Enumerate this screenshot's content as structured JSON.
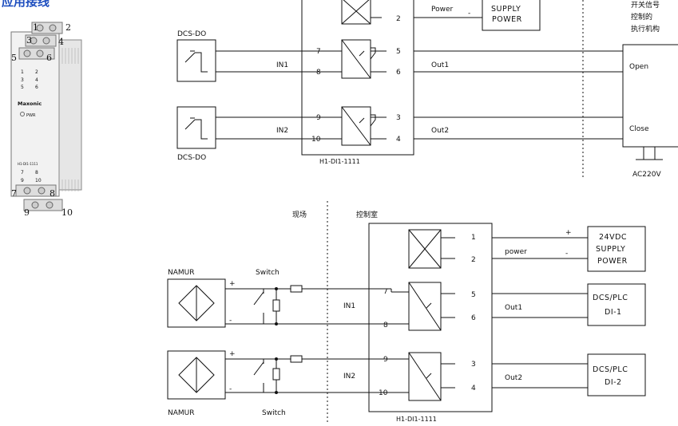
{
  "section_title": "应用接线",
  "module_photo": {
    "brand": "Maxonic",
    "pwr": "PWR",
    "model_tag": "H1-DI1-1111",
    "labels": [
      "1",
      "2",
      "3",
      "4",
      "5",
      "6",
      "7",
      "8",
      "9",
      "10"
    ],
    "face_numbers": [
      "1",
      "2",
      "3",
      "4",
      "5",
      "6",
      "7",
      "8",
      "9",
      "10"
    ]
  },
  "top": {
    "power_label": "Power",
    "power_minus": "-",
    "supply_line1": "SUPPLY",
    "supply_line2": "POWER",
    "actuator_line1": "开关信号",
    "actuator_line2": "控制的",
    "actuator_line3": "执行机构",
    "dcs_do_1": "DCS-DO",
    "dcs_do_2": "DCS-DO",
    "in1": "IN1",
    "in2": "IN2",
    "out1": "Out1",
    "out2": "Out2",
    "open": "Open",
    "close": "Close",
    "ac": "AC220V",
    "model": "H1-DI1-1111",
    "terminals": {
      "t2": "2",
      "t7": "7",
      "t8": "8",
      "t5": "5",
      "t6": "6",
      "t9": "9",
      "t10": "10",
      "t3": "3",
      "t4": "4"
    }
  },
  "bottom": {
    "field": "现场",
    "control_room": "控制室",
    "power_label": "power",
    "plus": "+",
    "minus": "-",
    "supply_line1": "24VDC",
    "supply_line2": "SUPPLY",
    "supply_line3": "POWER",
    "namur_1": "NAMUR",
    "namur_2": "NAMUR",
    "switch_1": "Switch",
    "switch_2": "Switch",
    "sensor_plus": "+",
    "sensor_minus": "-",
    "in1": "IN1",
    "in2": "IN2",
    "out1": "Out1",
    "out2": "Out2",
    "dcs1_line1": "DCS/PLC",
    "dcs1_line2": "DI-1",
    "dcs2_line1": "DCS/PLC",
    "dcs2_line2": "DI-2",
    "model": "H1-DI1-1111",
    "terminals": {
      "t1": "1",
      "t2": "2",
      "t7": "7",
      "t8": "8",
      "t5": "5",
      "t6": "6",
      "t9": "9",
      "t10": "10",
      "t3": "3",
      "t4": "4"
    }
  }
}
